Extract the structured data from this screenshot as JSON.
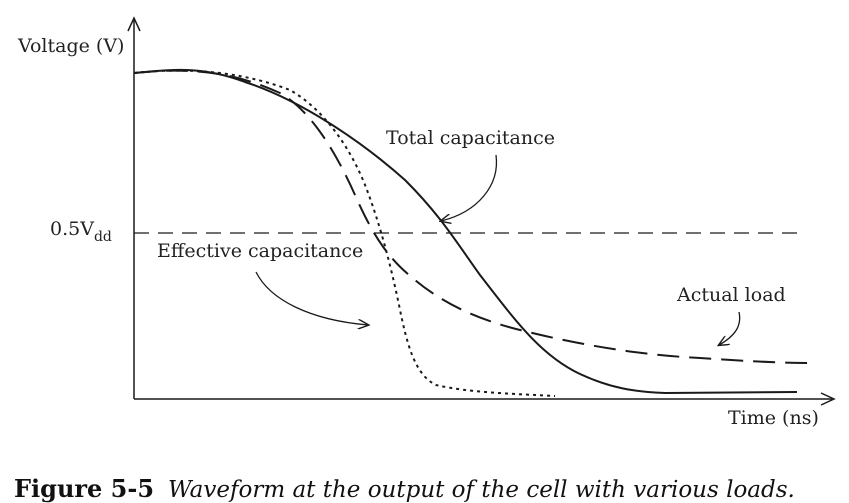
{
  "axes": {
    "y_label": "Voltage (V)",
    "x_label": "Time (ns)"
  },
  "threshold": {
    "label_main": "0.5V",
    "label_sub": "dd"
  },
  "annotations": {
    "total": "Total capacitance",
    "effective": "Effective capacitance",
    "actual": "Actual load"
  },
  "caption": {
    "number": "Figure 5-5",
    "text": "Waveform at the output of the cell with various loads."
  }
}
